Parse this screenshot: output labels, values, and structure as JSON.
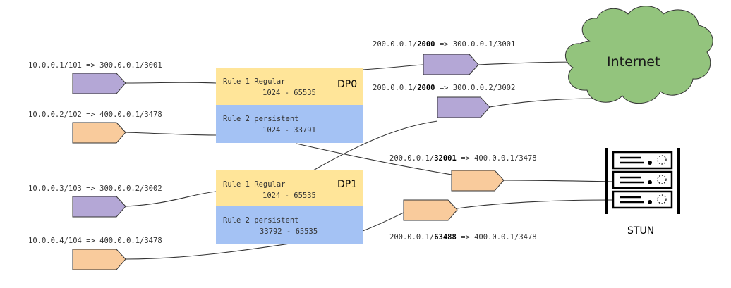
{
  "colors": {
    "purple": "#b4a7d6",
    "orange": "#f9cb9c",
    "rule_yellow": "#ffe599",
    "rule_blue": "#a4c2f4",
    "cloud_green": "#93c47d",
    "line": "#333333"
  },
  "sources": [
    {
      "label": "10.0.0.1/101 => 300.0.0.1/3001"
    },
    {
      "label": "10.0.0.2/102 => 400.0.0.1/3478"
    },
    {
      "label": "10.0.0.3/103 => 300.0.0.2/3002"
    },
    {
      "label": "10.0.0.4/104 => 400.0.0.1/3478"
    }
  ],
  "dataplanes": [
    {
      "name": "DP0",
      "rule1": {
        "title": "Rule 1 Regular",
        "range": "1024 - 65535"
      },
      "rule2": {
        "title": "Rule 2 persistent",
        "range": "1024 - 33791"
      }
    },
    {
      "name": "DP1",
      "rule1": {
        "title": "Rule 1 Regular",
        "range": "1024 - 65535"
      },
      "rule2": {
        "title": "Rule 2 persistent",
        "range": "33792 - 65535"
      }
    }
  ],
  "translations": [
    {
      "prefix": "200.0.0.1/",
      "port": "2000",
      "suffix": " => 300.0.0.1/3001"
    },
    {
      "prefix": "200.0.0.1/",
      "port": "2000",
      "suffix": " => 300.0.0.2/3002"
    },
    {
      "prefix": "200.0.0.1/",
      "port": "32001",
      "suffix": " => 400.0.0.1/3478"
    },
    {
      "prefix": "200.0.0.1/",
      "port": "63488",
      "suffix": " => 400.0.0.1/3478"
    }
  ],
  "internet": {
    "label": "Internet",
    "icon": "cloud-icon"
  },
  "stun": {
    "label": "STUN",
    "icon": "server-rack-icon"
  }
}
